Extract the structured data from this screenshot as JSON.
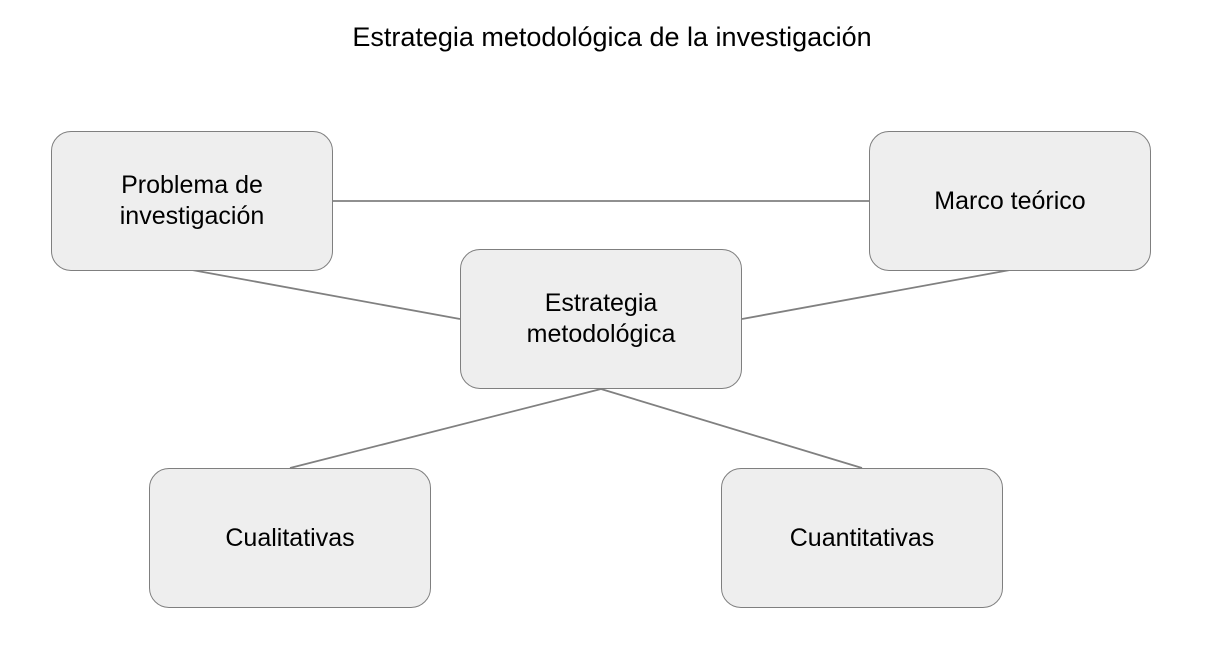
{
  "diagram": {
    "title": "Estrategia metodológica de la investigación",
    "nodes": {
      "problema": "Problema de\ninvestigación",
      "marco": "Marco teórico",
      "estrategia": "Estrategia\nmetodológica",
      "cualitativas": "Cualitativas",
      "cuantitativas": "Cuantitativas"
    },
    "edges": [
      {
        "from": "problema",
        "to": "marco"
      },
      {
        "from": "problema",
        "to": "estrategia"
      },
      {
        "from": "marco",
        "to": "estrategia"
      },
      {
        "from": "estrategia",
        "to": "cualitativas"
      },
      {
        "from": "estrategia",
        "to": "cuantitativas"
      }
    ],
    "colors": {
      "node_fill": "#eeeeee",
      "node_border": "#7f7f7f",
      "line": "#808080"
    }
  }
}
